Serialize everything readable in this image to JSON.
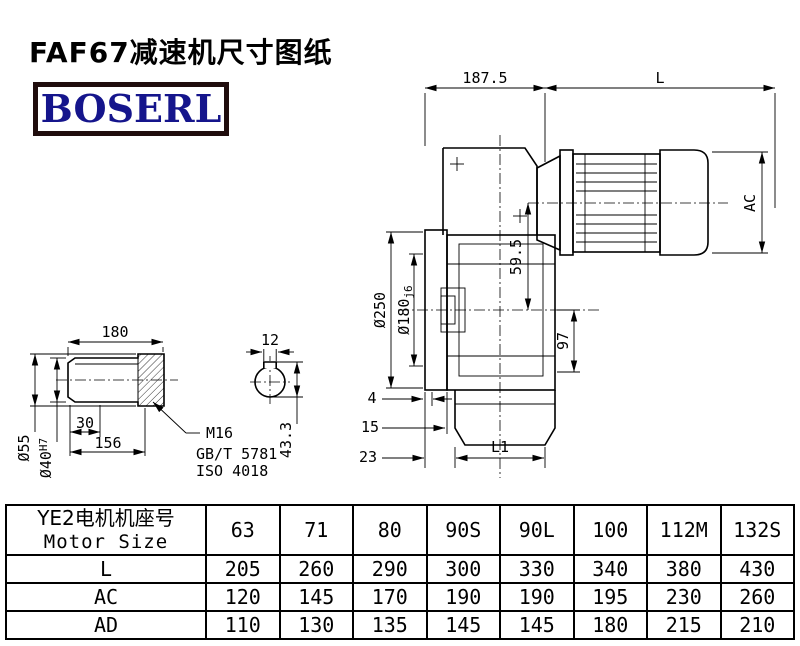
{
  "page": {
    "title": "FAF67减速机尺寸图纸",
    "logo_text": "BOSERL"
  },
  "colors": {
    "logo_text": "#15158c",
    "logo_border": "#200d0d",
    "drawing_lines": "#000000"
  },
  "main_view": {
    "dim_top_left": "187.5",
    "dim_top_right": "L",
    "dim_motor_diameter": "AC",
    "dim_axis_offset": "59.5",
    "dim_flange_diameter": "Ø250",
    "dim_spigot_diameter": "Ø180",
    "dim_spigot_tolerance": "j6",
    "dim_output_to_bottom": "97",
    "dim_step_small": "4",
    "dim_step_mid": "15",
    "dim_step_large": "23",
    "dim_bottom_length": "L1"
  },
  "shaft_view": {
    "dim_shaft_length": "180",
    "dim_keyway_width": "12",
    "dim_shaft_outer": "Ø55",
    "dim_bore": "Ø40",
    "dim_bore_tolerance": "H7",
    "dim_key_length": "30",
    "dim_fit_length": "156",
    "dim_keyway_height": "43.3",
    "note_thread": "M16",
    "note_standard_gb": "GB/T 5781",
    "note_standard_iso": "ISO 4018"
  },
  "table": {
    "header": {
      "label_cn": "YE2电机机座号",
      "label_en": "Motor Size",
      "sizes": [
        "63",
        "71",
        "80",
        "90S",
        "90L",
        "100",
        "112M",
        "132S"
      ]
    },
    "rows": [
      {
        "label": "L",
        "values": [
          "205",
          "260",
          "290",
          "300",
          "330",
          "340",
          "380",
          "430"
        ]
      },
      {
        "label": "AC",
        "values": [
          "120",
          "145",
          "170",
          "190",
          "190",
          "195",
          "230",
          "260"
        ]
      },
      {
        "label": "AD",
        "values": [
          "110",
          "130",
          "135",
          "145",
          "145",
          "180",
          "215",
          "210"
        ]
      }
    ]
  }
}
